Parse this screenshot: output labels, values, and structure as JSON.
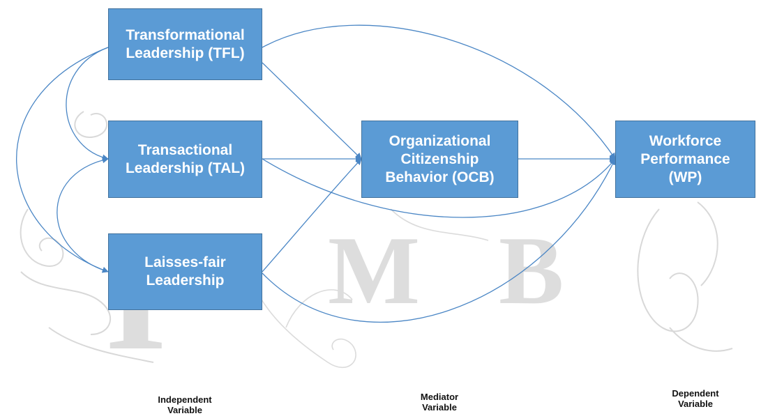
{
  "watermark": {
    "letters": "I M B",
    "color": "#d8d8d8"
  },
  "nodes": {
    "tfl": "Transformational\nLeadership (TFL)",
    "tal": "Transactional\nLeadership (TAL)",
    "lfl": "Laisses-fair\nLeadership",
    "ocb": "Organizational\nCitizenship\nBehavior (OCB)",
    "wp": "Workforce\nPerformance\n(WP)"
  },
  "captions": {
    "independent": "Independent\nVariable",
    "mediator": "Mediator\nVariable",
    "dependent": "Dependent\nVariable"
  },
  "colors": {
    "box_fill": "#5b9bd5",
    "box_border": "#41719c",
    "box_text": "#ffffff",
    "arrow": "#4a86c5"
  },
  "edges": [
    {
      "from": "tfl",
      "to": "ocb"
    },
    {
      "from": "tal",
      "to": "ocb"
    },
    {
      "from": "lfl",
      "to": "ocb"
    },
    {
      "from": "ocb",
      "to": "wp"
    },
    {
      "from": "tfl",
      "to": "wp"
    },
    {
      "from": "tal",
      "to": "wp"
    },
    {
      "from": "lfl",
      "to": "wp"
    },
    {
      "from": "tfl",
      "to": "tal"
    },
    {
      "from": "tfl",
      "to": "lfl"
    },
    {
      "from": "lfl",
      "to": "tal"
    }
  ]
}
